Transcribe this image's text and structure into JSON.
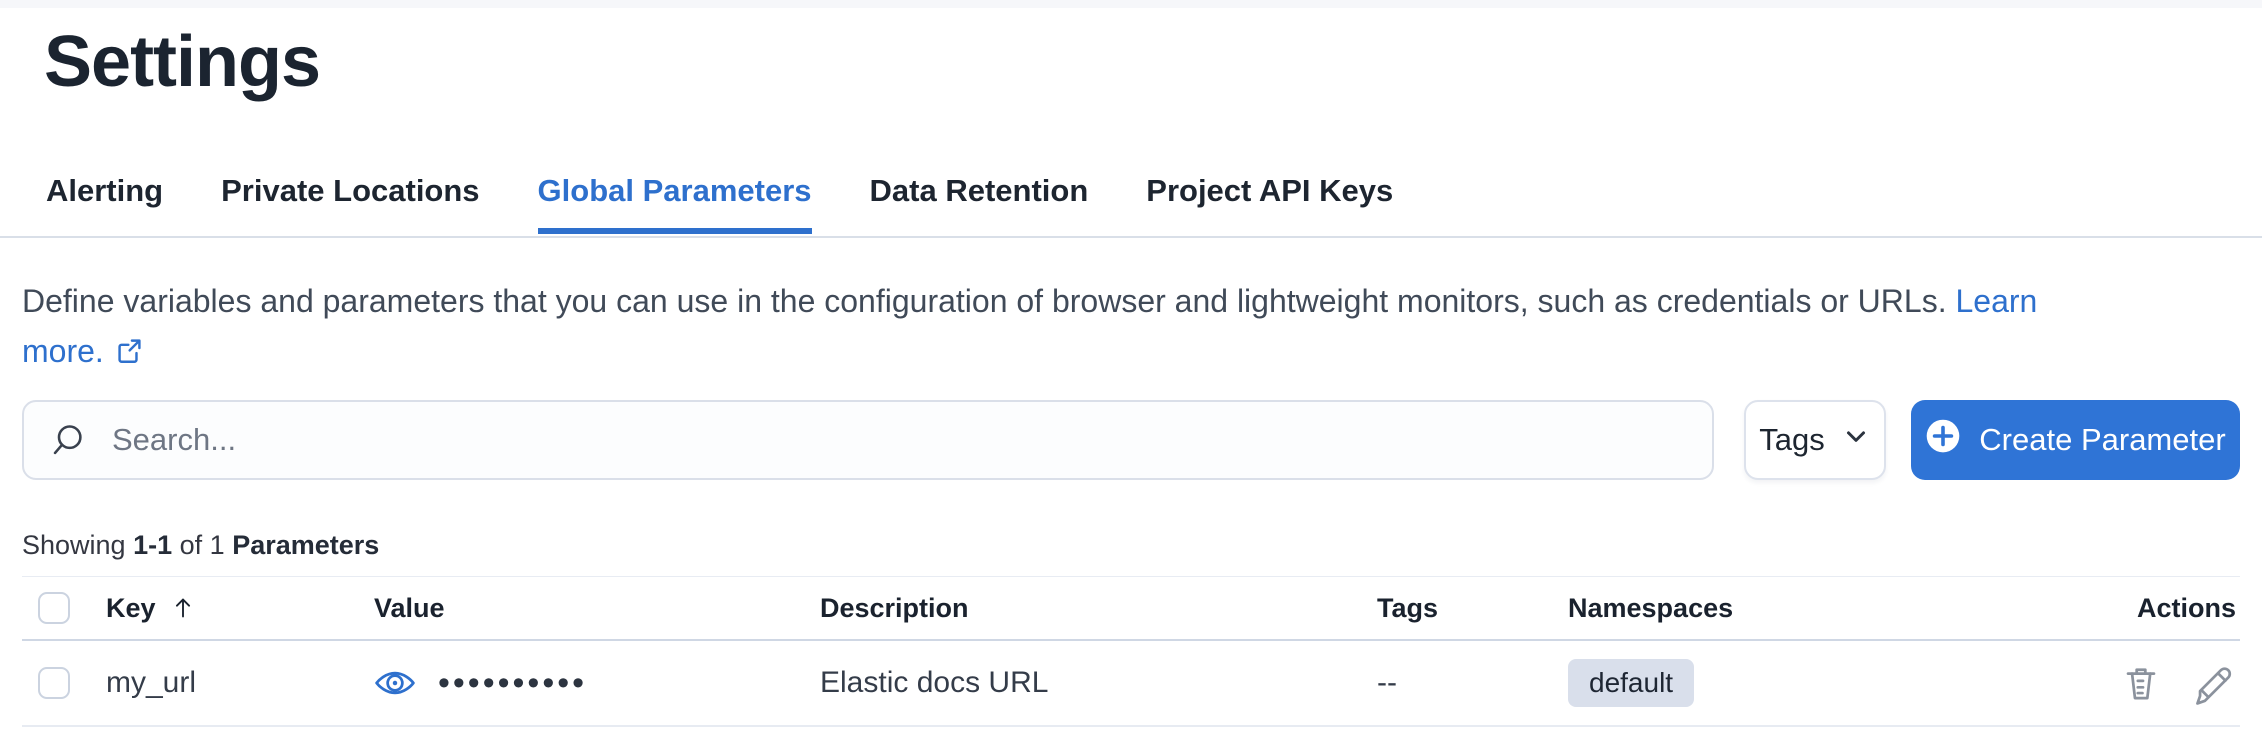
{
  "page": {
    "title": "Settings"
  },
  "tabs": [
    {
      "label": "Alerting",
      "active": false
    },
    {
      "label": "Private Locations",
      "active": false
    },
    {
      "label": "Global Parameters",
      "active": true
    },
    {
      "label": "Data Retention",
      "active": false
    },
    {
      "label": "Project API Keys",
      "active": false
    }
  ],
  "description": {
    "text": "Define variables and parameters that you can use in the configuration of browser and lightweight monitors, such as credentials or URLs.",
    "link_part1": "Learn",
    "link_part2": "more."
  },
  "toolbar": {
    "search_placeholder": "Search...",
    "tags_button": "Tags",
    "create_button": "Create Parameter"
  },
  "summary": {
    "showing": "Showing",
    "range": "1-1",
    "of": "of 1",
    "entity": "Parameters"
  },
  "table": {
    "headers": {
      "key": "Key",
      "value": "Value",
      "description": "Description",
      "tags": "Tags",
      "namespaces": "Namespaces",
      "actions": "Actions"
    },
    "sort": {
      "column": "Key",
      "direction": "ascending"
    },
    "rows": [
      {
        "key": "my_url",
        "value_masked": "••••••••••",
        "description": "Elastic docs URL",
        "tags": "--",
        "namespace": "default"
      }
    ]
  },
  "colors": {
    "primary": "#2e70cd",
    "button_fill": "#2f74d6",
    "badge_bg": "#d9dfeb",
    "text_dark": "#1b2430",
    "icon_gray": "#8b929d"
  }
}
